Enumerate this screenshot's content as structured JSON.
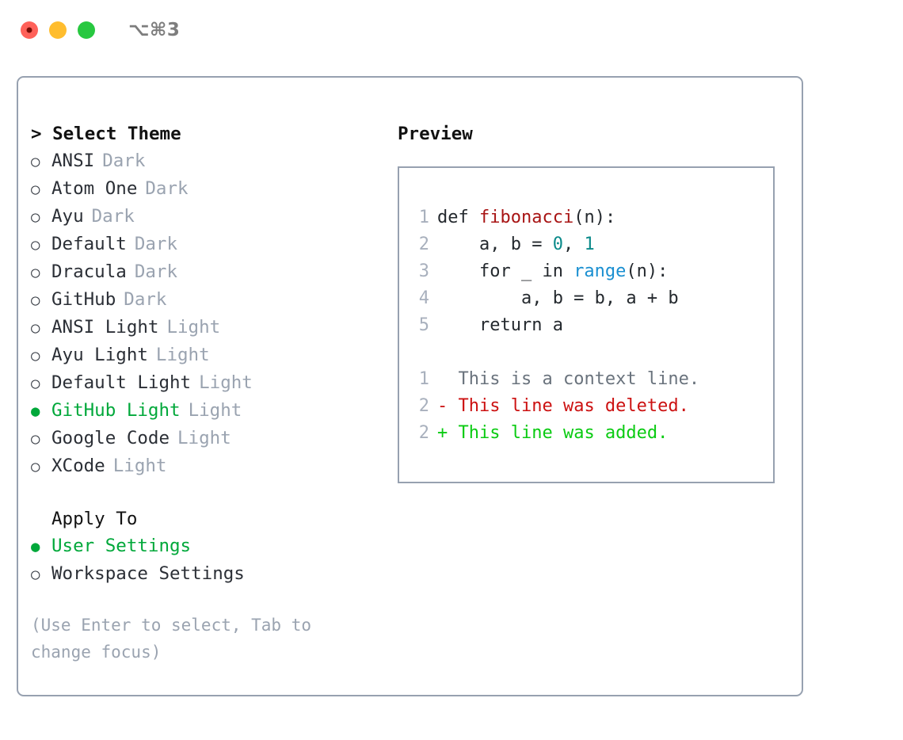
{
  "titlebar": {
    "shortcut": "⌥⌘3",
    "buttons": {
      "close": "close",
      "minimize": "minimize",
      "zoom": "zoom"
    }
  },
  "colors": {
    "accent_green": "#00a83a",
    "diff_add": "#0acb12",
    "diff_del": "#cc1111",
    "muted": "#9aa3b0",
    "border": "#97a1b0",
    "keyword_red": "#a81414",
    "number_teal": "#0b8a8a",
    "builtin_blue": "#1a8fd1"
  },
  "theme_picker": {
    "heading": "> Select Theme",
    "radio_empty": "○",
    "radio_filled": "●",
    "items": [
      {
        "label": "ANSI",
        "badge": "Dark",
        "selected": false
      },
      {
        "label": "Atom One",
        "badge": "Dark",
        "selected": false
      },
      {
        "label": "Ayu",
        "badge": "Dark",
        "selected": false
      },
      {
        "label": "Default",
        "badge": "Dark",
        "selected": false
      },
      {
        "label": "Dracula",
        "badge": "Dark",
        "selected": false
      },
      {
        "label": "GitHub",
        "badge": "Dark",
        "selected": false
      },
      {
        "label": "ANSI Light",
        "badge": "Light",
        "selected": false
      },
      {
        "label": "Ayu Light",
        "badge": "Light",
        "selected": false
      },
      {
        "label": "Default Light",
        "badge": "Light",
        "selected": false
      },
      {
        "label": "GitHub Light",
        "badge": "Light",
        "selected": true
      },
      {
        "label": "Google Code",
        "badge": "Light",
        "selected": false
      },
      {
        "label": "XCode",
        "badge": "Light",
        "selected": false
      }
    ]
  },
  "apply_to": {
    "heading": "Apply To",
    "items": [
      {
        "label": "User Settings",
        "selected": true
      },
      {
        "label": "Workspace Settings",
        "selected": false
      }
    ]
  },
  "hint": "(Use Enter to select, Tab to change focus)",
  "preview": {
    "heading": "Preview",
    "code_lines": [
      {
        "no": "1",
        "segments": [
          {
            "text": "def ",
            "style": "plain"
          },
          {
            "text": "fibonacci",
            "style": "func"
          },
          {
            "text": "(n):",
            "style": "plain"
          }
        ]
      },
      {
        "no": "2",
        "segments": [
          {
            "text": "    a, b = ",
            "style": "plain"
          },
          {
            "text": "0",
            "style": "num"
          },
          {
            "text": ", ",
            "style": "plain"
          },
          {
            "text": "1",
            "style": "num"
          }
        ]
      },
      {
        "no": "3",
        "segments": [
          {
            "text": "    for _ in ",
            "style": "plain"
          },
          {
            "text": "range",
            "style": "builtin"
          },
          {
            "text": "(n):",
            "style": "plain"
          }
        ]
      },
      {
        "no": "4",
        "segments": [
          {
            "text": "        a, b = b, a + b",
            "style": "plain"
          }
        ]
      },
      {
        "no": "5",
        "segments": [
          {
            "text": "    return a",
            "style": "plain"
          }
        ]
      }
    ],
    "diff_lines": [
      {
        "no": "1",
        "marker": "  ",
        "text": "This is a context line.",
        "kind": "context"
      },
      {
        "no": "2",
        "marker": "- ",
        "text": "This line was deleted.",
        "kind": "del"
      },
      {
        "no": "2",
        "marker": "+ ",
        "text": "This line was added.",
        "kind": "add"
      }
    ]
  }
}
